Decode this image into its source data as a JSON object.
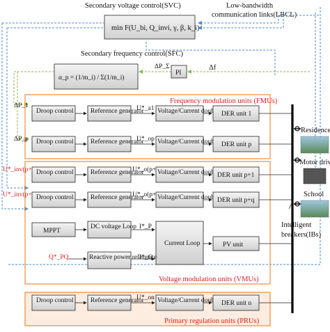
{
  "svc": {
    "title": "Secondary voltage control(SVC)",
    "formula": "min F(U_bi, Q_invi, γ, β, k_i)"
  },
  "lbcl": {
    "line1": "Low-bandwidth",
    "line2": "communication links(LBCL)"
  },
  "sfc": {
    "title": "Secondary frequency control(SFC)",
    "formula_alpha": "α_p = (1/m_i) / Σ(1/m_i)",
    "delta_p": "ΔP_Σ",
    "pi": "PI",
    "delta_f": "Δf"
  },
  "fmu": {
    "title": "Frequency modulation units (FMUs)",
    "rows": [
      {
        "dp": "ΔP_1",
        "droop": "Droop control",
        "ref": "Reference generator",
        "u": "U*_a1",
        "vc": "Voltage/Current double Loop",
        "der": "DER unit 1"
      },
      {
        "dp": "ΔP_p",
        "droop": "Droop control",
        "ref": "Reference generator",
        "u": "U*_op",
        "vc": "Voltage/Current double Loop",
        "der": "DER unit p"
      }
    ]
  },
  "vmu": {
    "title": "Voltage modulation units (VMUs)",
    "rows": [
      {
        "uinv": "U*_inv(p+1)",
        "droop": "Droop control",
        "ref": "Reference generator",
        "u": "U*_o(p+1)",
        "vc": "Voltage/Current double Loop",
        "der": "DER unit p+1"
      },
      {
        "uinv": "U*_inv(p+q)",
        "droop": "Droop control",
        "ref": "Reference generator",
        "u": "U*_o(p+q)",
        "vc": "Voltage/Current double Loop",
        "der": "DER unit p+q"
      }
    ],
    "mppt": "MPPT",
    "dc_loop": "DC voltage Loop",
    "ip": "I*_P",
    "current_loop": "Current Loop",
    "pv": "PV unit",
    "qpq": "Q*_PQ",
    "reactive": "Reactive power reference",
    "iq": "I*_Q"
  },
  "pru": {
    "title": "Primary regulation units (PRUs)",
    "droop": "Droop control",
    "ref": "Reference generator",
    "u": "U*_on",
    "vc": "Voltage/Current double Loop",
    "der": "DER unit n"
  },
  "loads": {
    "residence": "Residence",
    "motor": "Motor drive",
    "school": "School",
    "ib1": "Intelligent",
    "ib2": "breakers(IBs)"
  },
  "colors": {
    "accent_red": "#d6201f",
    "section_orange": "#f08a3c",
    "link_blue": "#4a8ad0",
    "link_green": "#8ab84a"
  }
}
